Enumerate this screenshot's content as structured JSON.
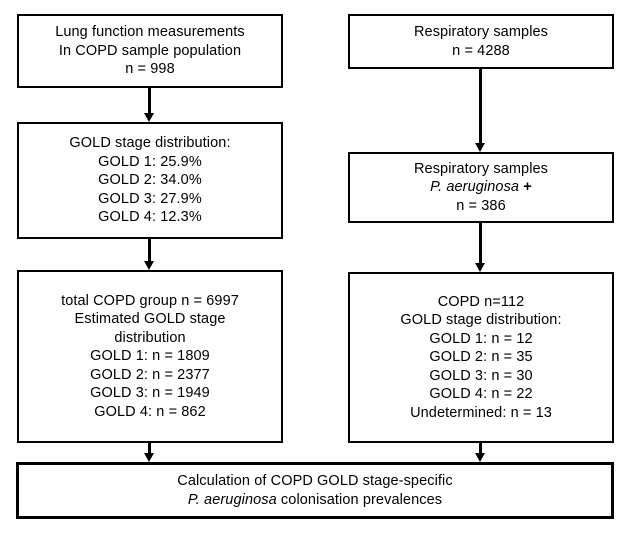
{
  "diagram": {
    "title": "COPD GOLD stage and P. aeruginosa colonisation flowchart",
    "colors": {
      "stroke": "#000000",
      "fill": "#ffffff",
      "text": "#000000"
    },
    "boxes": {
      "lung_function": {
        "name": "lung-function-measurements",
        "lines": [
          "Lung function measurements",
          "In COPD sample population",
          "n = 998"
        ]
      },
      "gold_distribution": {
        "name": "gold-stage-distribution",
        "lines": [
          "GOLD stage distribution:",
          "GOLD 1: 25.9%",
          "GOLD 2: 34.0%",
          "GOLD 3: 27.9%",
          "GOLD 4: 12.3%"
        ]
      },
      "total_copd": {
        "name": "total-copd-group",
        "lines": [
          "total COPD group n = 6997",
          "Estimated GOLD stage",
          "distribution",
          "GOLD 1: n = 1809",
          "GOLD 2: n = 2377",
          "GOLD 3: n = 1949",
          "GOLD 4: n = 862"
        ]
      },
      "respiratory_samples": {
        "name": "respiratory-samples",
        "lines": [
          "Respiratory samples",
          "n = 4288"
        ]
      },
      "respiratory_pa_positive": {
        "name": "respiratory-samples-pa-positive",
        "line1": "Respiratory samples",
        "line2_italic": "P. aeruginosa",
        "line2_bold": "+",
        "line3": "n = 386"
      },
      "copd_pa": {
        "name": "copd-pa-gold-distribution",
        "lines": [
          "COPD n=112",
          "GOLD stage distribution:",
          "GOLD 1: n = 12",
          "GOLD 2: n = 35",
          "GOLD 3: n = 30",
          "GOLD 4: n = 22",
          "Undetermined: n = 13"
        ]
      },
      "calculation": {
        "name": "calculation-result",
        "line1": "Calculation of COPD GOLD stage-specific",
        "line2_italic": "P. aeruginosa",
        "line2_rest": " colonisation prevalences"
      }
    },
    "arrows": [
      {
        "name": "arrow-lung-to-gold"
      },
      {
        "name": "arrow-gold-to-total"
      },
      {
        "name": "arrow-total-to-calculation"
      },
      {
        "name": "arrow-resp-to-pa"
      },
      {
        "name": "arrow-pa-to-copd"
      },
      {
        "name": "arrow-copd-to-calculation"
      }
    ]
  }
}
